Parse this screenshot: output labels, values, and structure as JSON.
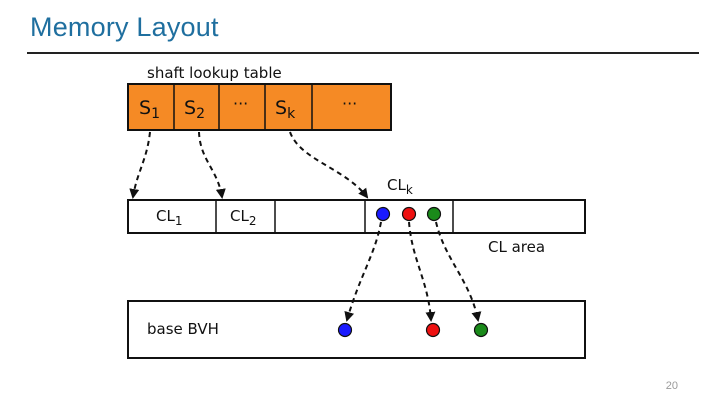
{
  "slide": {
    "title": "Memory Layout",
    "page_number": "20"
  },
  "diagram": {
    "lookup_table_label": "shaft lookup table",
    "shaft_cells": [
      {
        "main": "S",
        "sub": "1"
      },
      {
        "main": "S",
        "sub": "2"
      },
      {
        "main": "···",
        "sub": ""
      },
      {
        "main": "S",
        "sub": "k"
      },
      {
        "main": "···",
        "sub": ""
      }
    ],
    "cl_cells": [
      {
        "main": "CL",
        "sub": "1"
      },
      {
        "main": "CL",
        "sub": "2"
      }
    ],
    "clk_label": {
      "main": "CL",
      "sub": "k"
    },
    "cl_area_label": "CL area",
    "bvh_label": "base BVH",
    "colors": {
      "table_fill": "#f58a25",
      "node_blue": "#1a1aff",
      "node_red": "#ee1111",
      "node_green": "#1a8a1a",
      "stroke": "#111111",
      "title": "#1f6f9f"
    }
  }
}
